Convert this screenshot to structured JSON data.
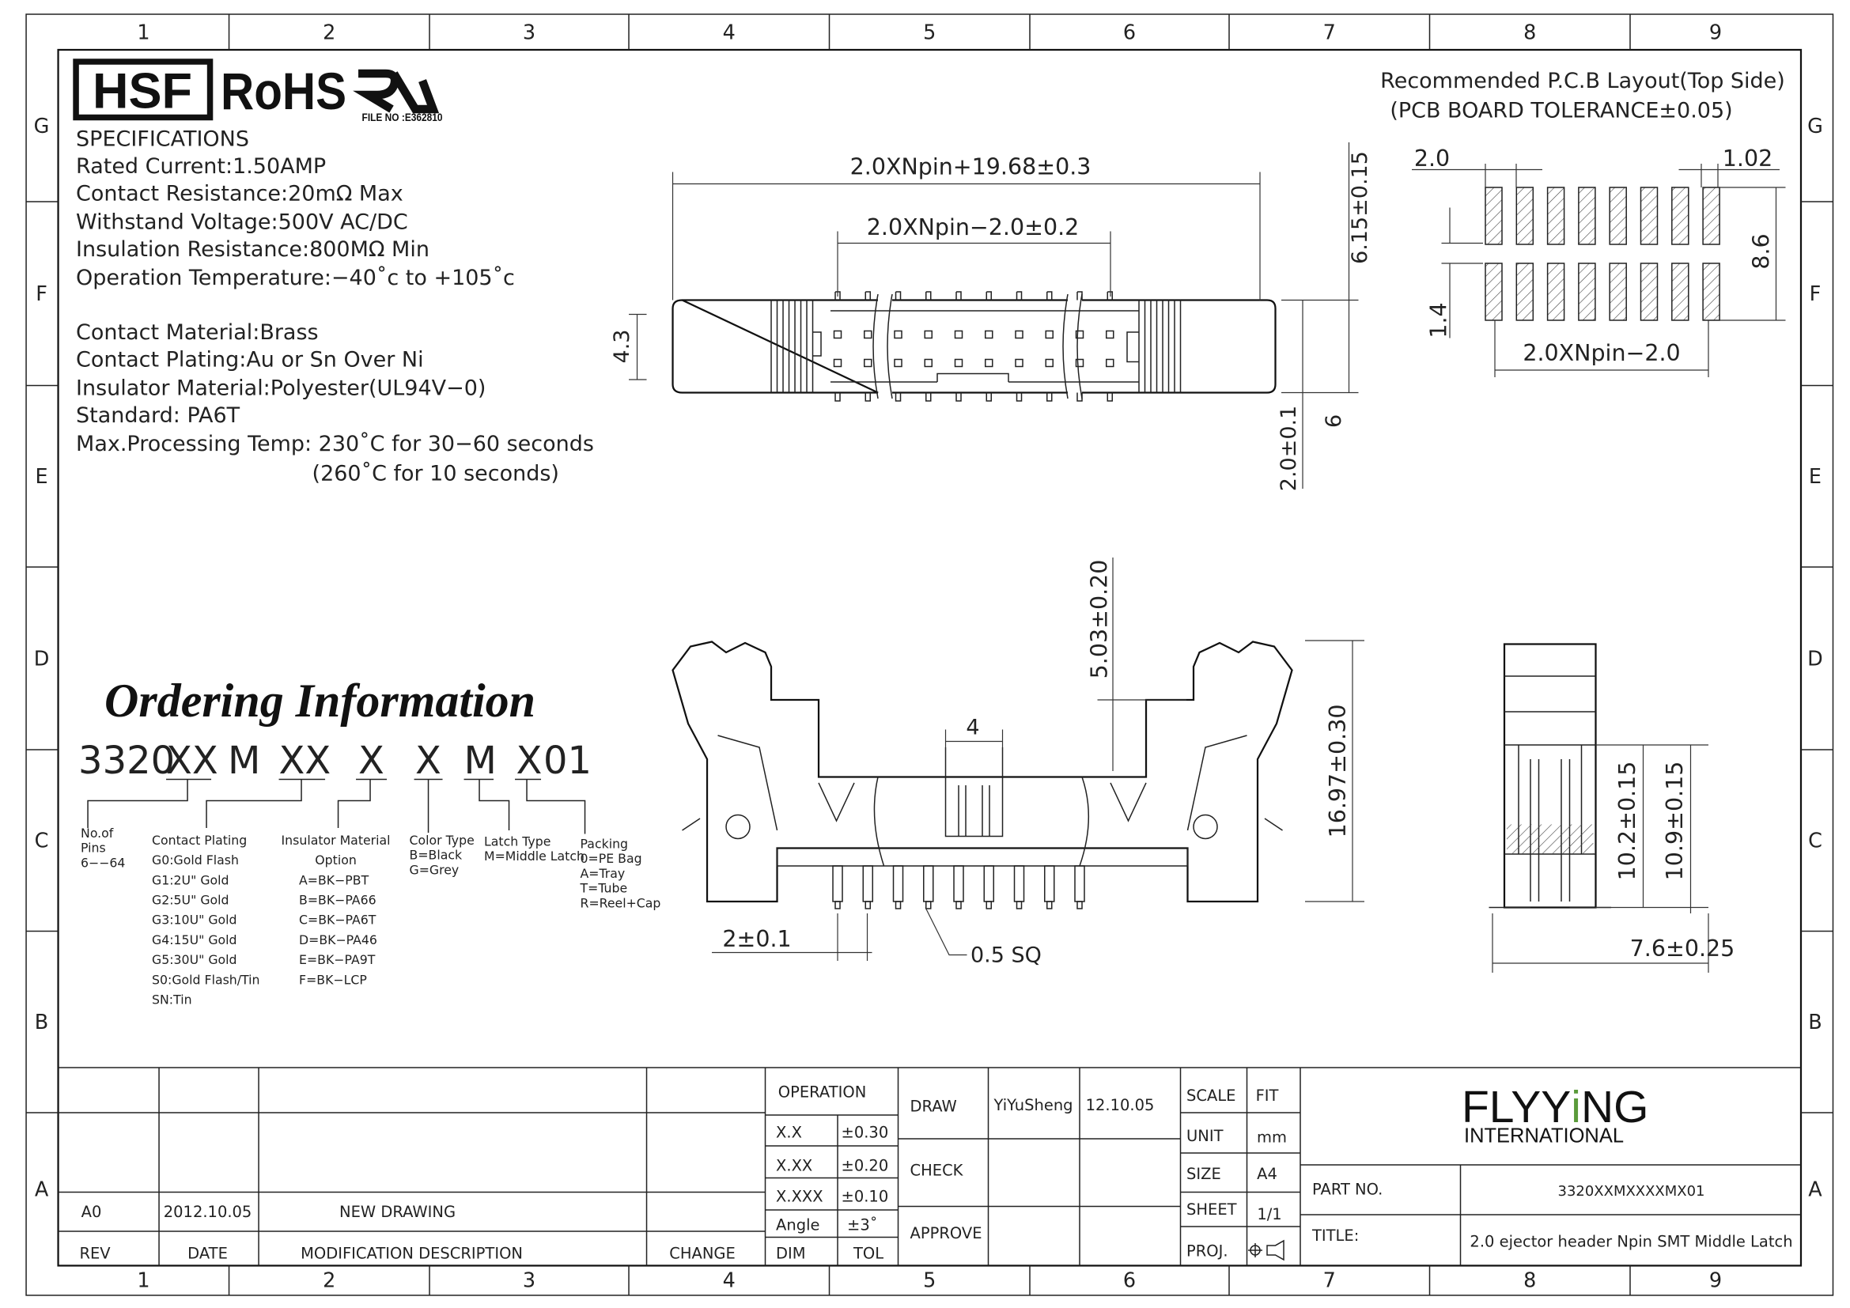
{
  "border": {
    "columns": [
      "1",
      "2",
      "3",
      "4",
      "5",
      "6",
      "7",
      "8",
      "9"
    ],
    "rows": [
      "G",
      "F",
      "E",
      "D",
      "C",
      "B",
      "A"
    ]
  },
  "logos": {
    "hsf": "HSF",
    "rohs": "RoHS",
    "ul_file": "FILE NO :E362810"
  },
  "specifications": {
    "title": "SPECIFICATIONS",
    "lines": [
      "Rated  Current:1.50AMP",
      "Contact  Resistance:20mΩ  Max",
      "Withstand  Voltage:500V  AC/DC",
      "Insulation  Resistance:800MΩ  Min",
      "Operation  Temperature:−40˚c  to  +105˚c"
    ],
    "material_lines": [
      "Contact  Material:Brass",
      "Contact  Plating:Au  or  Sn  Over  Ni",
      "Insulator  Material:Polyester(UL94V−0)",
      "Standard:          PA6T",
      "Max.Processing  Temp:  230˚C  for  30−60  seconds",
      "(260˚C  for  10  seconds)"
    ]
  },
  "ordering": {
    "title": "Ordering Information",
    "code": [
      "3320",
      "XX",
      "M",
      "XX",
      "X",
      "X",
      "M",
      "X",
      "01"
    ],
    "groups": [
      {
        "lines": [
          "No.of",
          "Pins",
          "6−−64"
        ]
      },
      {
        "lines": [
          "Contact  Plating",
          "G0:Gold  Flash",
          "G1:2U\"  Gold",
          "G2:5U\"  Gold",
          "G3:10U\"  Gold",
          "G4:15U\"  Gold",
          "G5:30U\"  Gold",
          "S0:Gold  Flash/Tin",
          "SN:Tin"
        ]
      },
      {
        "lines": [
          "Insulator  Material",
          "Option",
          "A=BK−PBT",
          "B=BK−PA66",
          "C=BK−PA6T",
          "D=BK−PA46",
          "E=BK−PA9T",
          "F=BK−LCP"
        ]
      },
      {
        "lines": [
          "Color  Type",
          "B=Black",
          "G=Grey"
        ]
      },
      {
        "lines": [
          "Latch  Type",
          "M=Middle  Latch"
        ]
      },
      {
        "lines": [
          "Packing",
          "0=PE  Bag",
          "A=Tray",
          "T=Tube",
          "R=Reel+Cap"
        ]
      }
    ]
  },
  "top_view": {
    "dim_overall": "2.0XNpin+19.68±0.3",
    "dim_pins": "2.0XNpin−2.0±0.2",
    "dim_height": "4.3",
    "dim_pin_len": "6.15±0.15",
    "dim_width": "6",
    "dim_offset": "2.0±0.1"
  },
  "pcb_layout": {
    "title": "Recommended  P.C.B  Layout(Top  Side)",
    "subtitle": "(PCB  BOARD  TOLERANCE±0.05)",
    "dim_pitch": "2.0",
    "dim_pad_width": "1.02",
    "dim_span": "8.6",
    "dim_gap": "1.4",
    "dim_total": "2.0XNpin−2.0",
    "pad_count_per_row": 8
  },
  "front_view": {
    "dim_latch": "5.03±0.20",
    "dim_height": "16.97±0.30",
    "dim_key": "4",
    "dim_pitch": "2±0.1",
    "dim_pin": "0.5  SQ",
    "pin_count": 9
  },
  "side_view": {
    "dim_a": "10.2±0.15",
    "dim_b": "10.9±0.15",
    "dim_c": "7.6±0.25"
  },
  "title_block": {
    "revision_headers": {
      "rev": "REV",
      "date": "DATE",
      "description": "MODIFICATION  DESCRIPTION",
      "change": "CHANGE"
    },
    "revision_row": {
      "rev": "A0",
      "date": "2012.10.05",
      "description": "NEW  DRAWING"
    },
    "operation": {
      "title": "OPERATION",
      "rows": [
        {
          "dim": "X.X",
          "tol": "±0.30"
        },
        {
          "dim": "X.XX",
          "tol": "±0.20"
        },
        {
          "dim": "X.XXX",
          "tol": "±0.10"
        },
        {
          "dim": "Angle",
          "tol": "±3˚"
        }
      ],
      "dim_label": "DIM",
      "tol_label": "TOL"
    },
    "draw_label": "DRAW",
    "drawer": "YiYuSheng",
    "draw_date": "12.10.05",
    "check_label": "CHECK",
    "approve_label": "APPROVE",
    "scale_label": "SCALE",
    "scale": "FIT",
    "unit_label": "UNIT",
    "unit": "mm",
    "size_label": "SIZE",
    "size": "A4",
    "sheet_label": "SHEET",
    "sheet": "1/1",
    "proj_label": "PROJ.",
    "company": {
      "name_a": "FLY",
      "name_i": "i",
      "name_b": "NG",
      "name_y": "Y",
      "sub": "INTERNATIONAL",
      "accent": "#5a9a3a"
    },
    "part_no_label": "PART  NO.",
    "part_no": "3320XXMXXXXMX01",
    "title_label": "TITLE:",
    "title": "2.0  ejector  header  Npin  SMT  Middle  Latch"
  }
}
